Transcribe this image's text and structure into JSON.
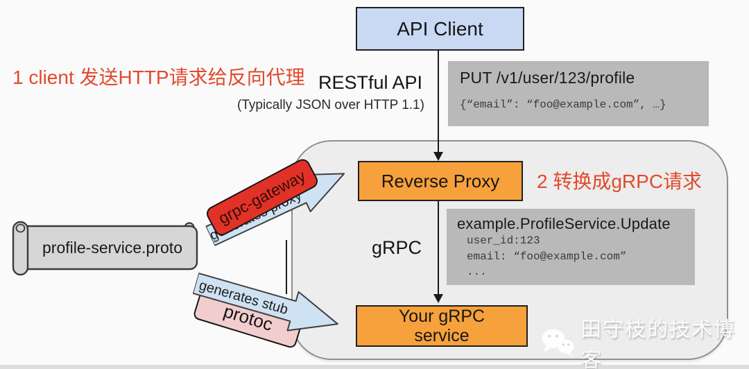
{
  "annotations": {
    "step1": "1 client 发送HTTP请求给反向代理",
    "step2": "2 转换成gRPC请求"
  },
  "nodes": {
    "api_client": "API Client",
    "reverse_proxy": "Reverse Proxy",
    "grpc_service_line1": "Your gRPC",
    "grpc_service_line2": "service",
    "proto_file": "profile-service.proto"
  },
  "labels": {
    "restful_api": "RESTful API",
    "restful_api_sub": "(Typically JSON over HTTP 1.1)",
    "grpc": "gRPC",
    "generates_proxy": "generates proxy",
    "generates_stub": "generates stub",
    "grpc_gateway": "grpc-gateway",
    "protoc": "protoc"
  },
  "code_blocks": {
    "http_request": {
      "title": "PUT /v1/user/123/profile",
      "body": "{“email”: “foo@example.com”, …}"
    },
    "grpc_request": {
      "title": "example.ProfileService.Update",
      "lines": [
        "user_id:123",
        "email: “foo@example.com”",
        "..."
      ]
    }
  },
  "watermark": {
    "icon": "wechat-icon",
    "text": "田守枝的技术博客"
  },
  "colors": {
    "accent_red_text": "#e2492c",
    "node_orange": "#f6a13c",
    "node_blue": "#c9d9f3",
    "arrow_blue": "#cfe2f3",
    "pill_red": "#e23227",
    "pill_pink": "#f2cdce",
    "code_gray": "#b9b9b9",
    "boundary_gray": "#ededed",
    "proto_gray": "#d6d6d6"
  }
}
